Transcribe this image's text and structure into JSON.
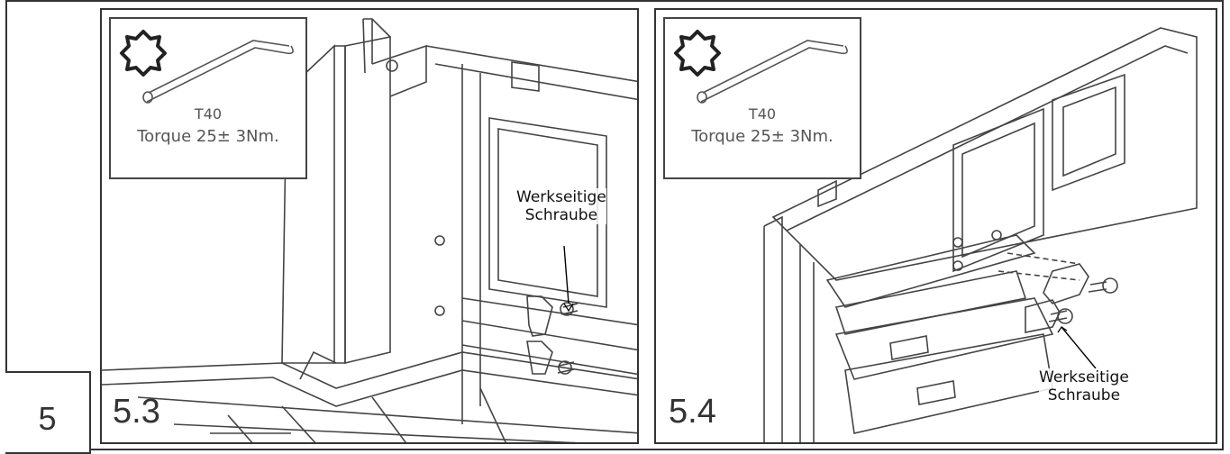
{
  "step_number": "5",
  "panels": [
    {
      "label": "5.3",
      "tool": {
        "name": "T40",
        "torque": "Torque 25± 3Nm.",
        "icon": "torx-icon"
      },
      "callout": {
        "line1": "Werkseitige",
        "line2": "Schraube"
      }
    },
    {
      "label": "5.4",
      "tool": {
        "name": "T40",
        "torque": "Torque 25± 3Nm.",
        "icon": "torx-icon"
      },
      "callout": {
        "line1": "Werkseitige",
        "line2": "Schraube"
      }
    }
  ]
}
